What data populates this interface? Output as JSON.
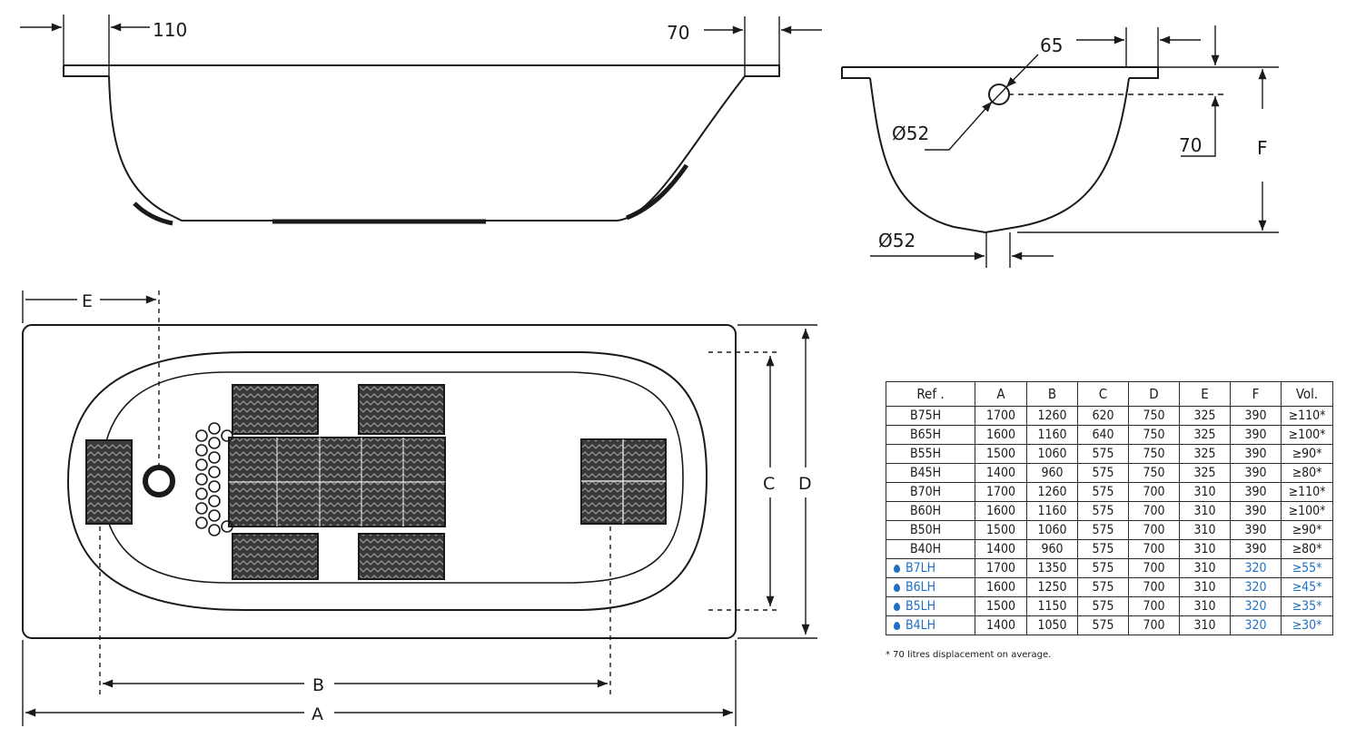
{
  "dimensions": {
    "rim_left": "110",
    "rim_right": "70",
    "end_offset": "65",
    "overflow_dia": "Ø52",
    "overflow_drop": "70",
    "height_label": "F",
    "drain_dia": "Ø52",
    "label_a": "A",
    "label_b": "B",
    "label_c": "C",
    "label_d": "D",
    "label_e": "E"
  },
  "table": {
    "headers": [
      "Ref .",
      "A",
      "B",
      "C",
      "D",
      "E",
      "F",
      "Vol."
    ],
    "rows": [
      {
        "ref": "B75H",
        "a": "1700",
        "b": "1260",
        "c": "620",
        "d": "750",
        "e": "325",
        "f": "390",
        "vol": "≥110*",
        "low": false
      },
      {
        "ref": "B65H",
        "a": "1600",
        "b": "1160",
        "c": "640",
        "d": "750",
        "e": "325",
        "f": "390",
        "vol": "≥100*",
        "low": false
      },
      {
        "ref": "B55H",
        "a": "1500",
        "b": "1060",
        "c": "575",
        "d": "750",
        "e": "325",
        "f": "390",
        "vol": "≥90*",
        "low": false
      },
      {
        "ref": "B45H",
        "a": "1400",
        "b": "960",
        "c": "575",
        "d": "750",
        "e": "325",
        "f": "390",
        "vol": "≥80*",
        "low": false
      },
      {
        "ref": "B70H",
        "a": "1700",
        "b": "1260",
        "c": "575",
        "d": "700",
        "e": "310",
        "f": "390",
        "vol": "≥110*",
        "low": false
      },
      {
        "ref": "B60H",
        "a": "1600",
        "b": "1160",
        "c": "575",
        "d": "700",
        "e": "310",
        "f": "390",
        "vol": "≥100*",
        "low": false
      },
      {
        "ref": "B50H",
        "a": "1500",
        "b": "1060",
        "c": "575",
        "d": "700",
        "e": "310",
        "f": "390",
        "vol": "≥90*",
        "low": false
      },
      {
        "ref": "B40H",
        "a": "1400",
        "b": "960",
        "c": "575",
        "d": "700",
        "e": "310",
        "f": "390",
        "vol": "≥80*",
        "low": false
      },
      {
        "ref": "B7LH",
        "a": "1700",
        "b": "1350",
        "c": "575",
        "d": "700",
        "e": "310",
        "f": "320",
        "vol": "≥55*",
        "low": true
      },
      {
        "ref": "B6LH",
        "a": "1600",
        "b": "1250",
        "c": "575",
        "d": "700",
        "e": "310",
        "f": "320",
        "vol": "≥45*",
        "low": true
      },
      {
        "ref": "B5LH",
        "a": "1500",
        "b": "1150",
        "c": "575",
        "d": "700",
        "e": "310",
        "f": "320",
        "vol": "≥35*",
        "low": true
      },
      {
        "ref": "B4LH",
        "a": "1400",
        "b": "1050",
        "c": "575",
        "d": "700",
        "e": "310",
        "f": "320",
        "vol": "≥30*",
        "low": true
      }
    ]
  },
  "footnote": "* 70 litres displacement on average.",
  "colors": {
    "line": "#1a1a1a",
    "low_series": "#1f6fc5",
    "grip_fill": "#3a3a3a"
  },
  "icons": {
    "low_series_marker": "water-drop-icon"
  }
}
